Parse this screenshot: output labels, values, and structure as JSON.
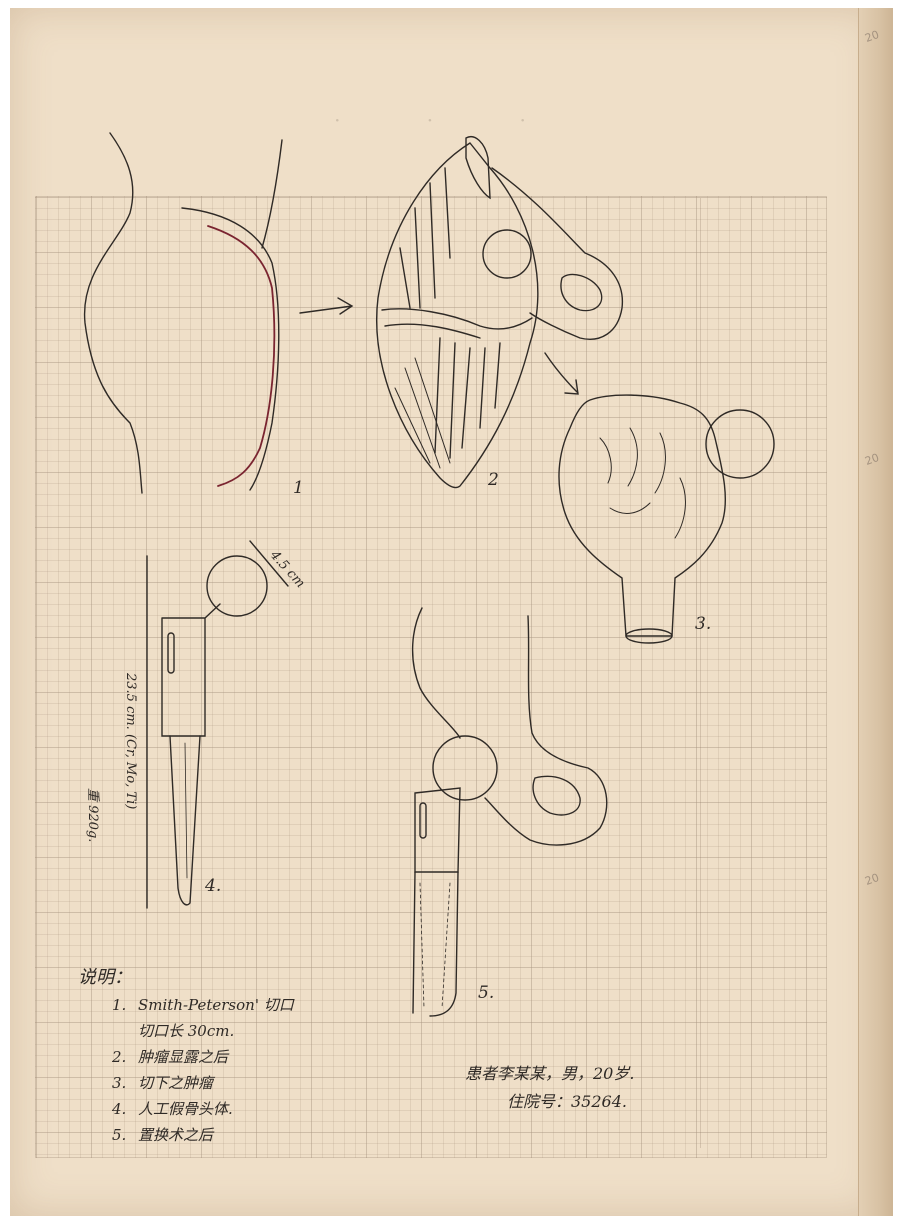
{
  "figure_labels": [
    "1",
    "2",
    "3.",
    "4.",
    "5."
  ],
  "annotations": {
    "measure_top": "4.5 cm",
    "measure_side": "23.5 cm. (Cr, Mo, Ti)",
    "weight": "重 920g."
  },
  "notes": {
    "title": "说明：",
    "items": [
      {
        "num": "1.",
        "text": "Smith-Peterson' 切口"
      },
      {
        "num": "",
        "text": "切口长 30cm."
      },
      {
        "num": "2.",
        "text": "肿瘤显露之后"
      },
      {
        "num": "3.",
        "text": "切下之肿瘤"
      },
      {
        "num": "4.",
        "text": "人工假骨头体."
      },
      {
        "num": "5.",
        "text": "置换术之后"
      }
    ]
  },
  "signature": {
    "line1": "患者李某某，男，20岁.",
    "line2": "住院号：35264."
  },
  "edge_stamps": [
    "20",
    "20",
    "20"
  ],
  "colors": {
    "paper": "#efdfc8",
    "ink": "#2f2a26",
    "red_line": "#7a2430"
  }
}
